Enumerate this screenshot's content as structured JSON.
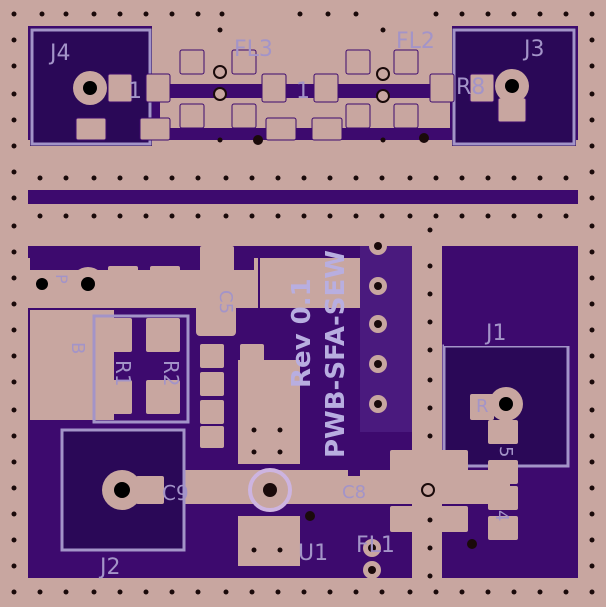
{
  "board": {
    "rev": "Rev 0.1",
    "name": "PWB-SFA-SEW",
    "colors": {
      "copper": "#c8a6a0",
      "mask": "#3d0a6e",
      "mask_dark": "#2a0857",
      "silk": "#a394c8",
      "via": "#1a0a0a"
    }
  },
  "labels": {
    "j1": "J1",
    "j2": "J2",
    "j3": "J3",
    "j4": "J4",
    "fl1": "FL1",
    "fl2": "FL2",
    "fl3": "FL3",
    "u1": "U1",
    "r1": "R1",
    "r2": "R2",
    "r8": "R8",
    "c5": "C5",
    "c8": "C8",
    "c9": "C9",
    "frag_b": "B",
    "frag_p": "P",
    "frag_1": "1",
    "frag_r": "R",
    "frag_4": "4",
    "frag_5": "5"
  }
}
